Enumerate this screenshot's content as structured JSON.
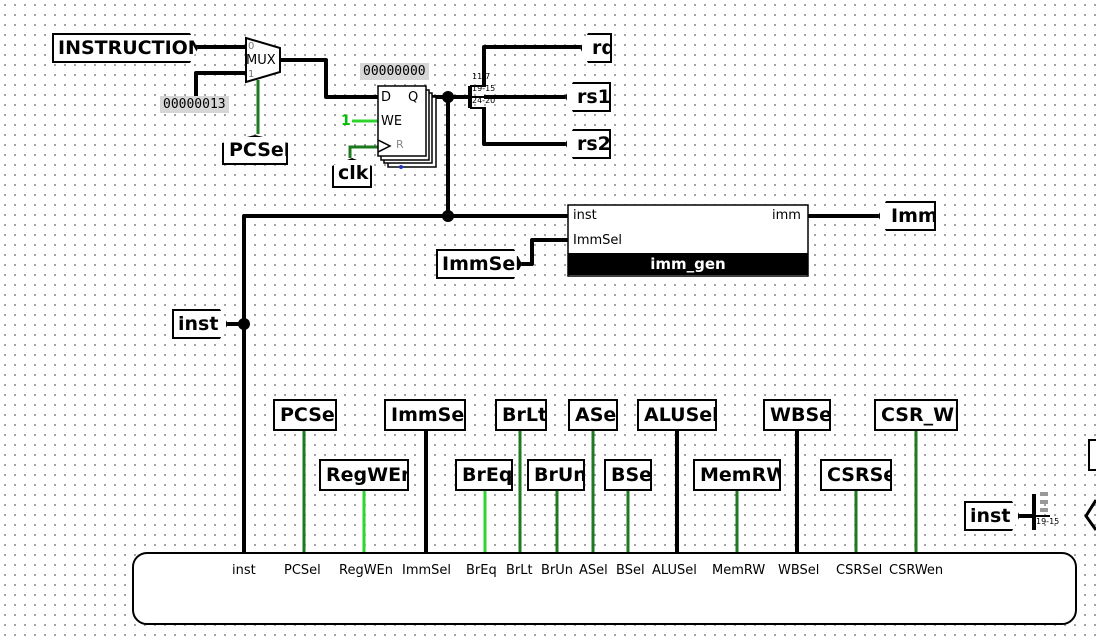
{
  "inputs": {
    "instruction": "INSTRUCTION",
    "const_value": "00000013",
    "pcsel": "PCSel",
    "clk": "clk",
    "immsel": "ImmSel",
    "inst": "inst",
    "inst_right": "inst"
  },
  "mux": {
    "label": "MUX",
    "in0": "0",
    "in1": "1"
  },
  "register": {
    "value": "00000000",
    "d": "D",
    "q": "Q",
    "we": "WE",
    "r": "R",
    "we_const": "1"
  },
  "splitter": {
    "bits": [
      "11-7",
      "19-15",
      "24-20"
    ]
  },
  "outputs": {
    "rd": "rd",
    "rs1": "rs1",
    "rs2": "rs2",
    "imm": "Imm"
  },
  "imm_gen": {
    "title": "imm_gen",
    "in_inst": "inst",
    "in_immsel": "ImmSel",
    "out_imm": "imm"
  },
  "control_tunnels": [
    "PCSel",
    "RegWEn",
    "ImmSel",
    "BrEq",
    "BrLt",
    "BrUn",
    "ASel",
    "BSel",
    "ALUSel",
    "MemRW",
    "WBSel",
    "CSRSel",
    "CSR_WE"
  ],
  "control_block_ports": [
    "inst",
    "PCSel",
    "RegWEn",
    "ImmSel",
    "BrEq",
    "BrLt",
    "BrUn",
    "ASel",
    "BSel",
    "ALUSel",
    "MemRW",
    "WBSel",
    "CSRSel",
    "CSRWen"
  ],
  "right_splitter_bits": "19-15",
  "colors": {
    "wire_black": "#000000",
    "wire_green": "#1e7a1e",
    "wire_bright_green": "#2fd42f",
    "grid_dot": "#8a8a8a",
    "const_bg": "#d6d6d6"
  }
}
